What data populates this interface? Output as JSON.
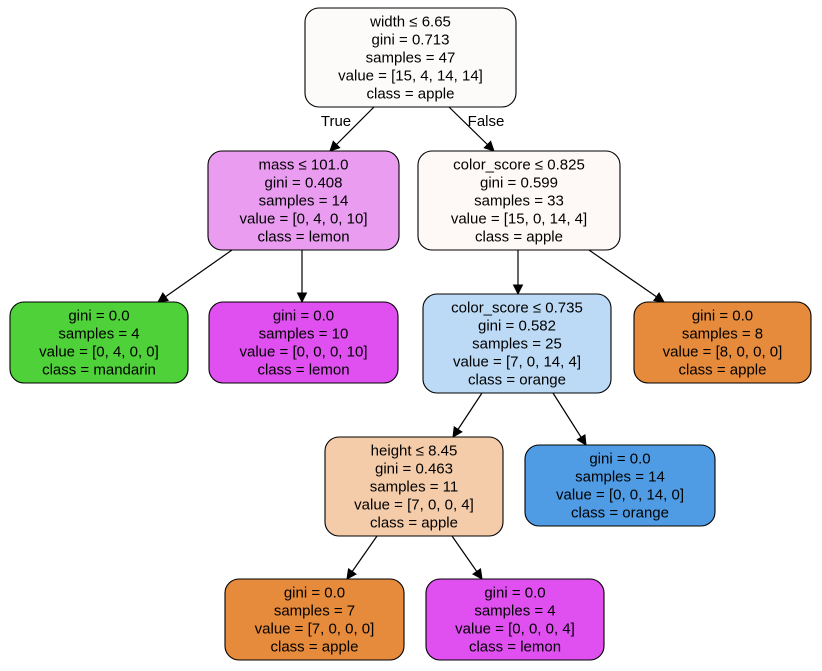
{
  "tree": {
    "nodes": [
      {
        "id": "root",
        "lines": [
          "width ≤ 6.65",
          "gini = 0.713",
          "samples = 47",
          "value = [15, 4, 14, 14]",
          "class = apple"
        ],
        "fill": "#fdfbfa"
      },
      {
        "id": "n_mass",
        "lines": [
          "mass ≤ 101.0",
          "gini = 0.408",
          "samples = 14",
          "value = [0, 4, 0, 10]",
          "class = lemon"
        ],
        "fill": "#ea9cf1"
      },
      {
        "id": "n_color1",
        "lines": [
          "color_score ≤ 0.825",
          "gini = 0.599",
          "samples = 33",
          "value = [15, 0, 14, 4]",
          "class = apple"
        ],
        "fill": "#fef9f6"
      },
      {
        "id": "n_mandarin",
        "lines": [
          "gini = 0.0",
          "samples = 4",
          "value = [0, 4, 0, 0]",
          "class = mandarin"
        ],
        "fill": "#4fd13a"
      },
      {
        "id": "n_lemon1",
        "lines": [
          "gini = 0.0",
          "samples = 10",
          "value = [0, 0, 0, 10]",
          "class = lemon"
        ],
        "fill": "#e04ff0"
      },
      {
        "id": "n_color2",
        "lines": [
          "color_score ≤ 0.735",
          "gini = 0.582",
          "samples = 25",
          "value = [7, 0, 14, 4]",
          "class = orange"
        ],
        "fill": "#bcdaf5"
      },
      {
        "id": "n_apple1",
        "lines": [
          "gini = 0.0",
          "samples = 8",
          "value = [8, 0, 0, 0]",
          "class = apple"
        ],
        "fill": "#e68a3c"
      },
      {
        "id": "n_height",
        "lines": [
          "height ≤ 8.45",
          "gini = 0.463",
          "samples = 11",
          "value = [7, 0, 0, 4]",
          "class = apple"
        ],
        "fill": "#f4ccaa"
      },
      {
        "id": "n_orange",
        "lines": [
          "gini = 0.0",
          "samples = 14",
          "value = [0, 0, 14, 0]",
          "class = orange"
        ],
        "fill": "#4f9ce5"
      },
      {
        "id": "n_apple2",
        "lines": [
          "gini = 0.0",
          "samples = 7",
          "value = [7, 0, 0, 0]",
          "class = apple"
        ],
        "fill": "#e68a3c"
      },
      {
        "id": "n_lemon2",
        "lines": [
          "gini = 0.0",
          "samples = 4",
          "value = [0, 0, 0, 4]",
          "class = lemon"
        ],
        "fill": "#e04ff0"
      }
    ],
    "edges": [
      {
        "from": "root",
        "to": "n_mass",
        "label": "True"
      },
      {
        "from": "root",
        "to": "n_color1",
        "label": "False"
      },
      {
        "from": "n_mass",
        "to": "n_mandarin",
        "label": ""
      },
      {
        "from": "n_mass",
        "to": "n_lemon1",
        "label": ""
      },
      {
        "from": "n_color1",
        "to": "n_color2",
        "label": ""
      },
      {
        "from": "n_color1",
        "to": "n_apple1",
        "label": ""
      },
      {
        "from": "n_color2",
        "to": "n_height",
        "label": ""
      },
      {
        "from": "n_color2",
        "to": "n_orange",
        "label": ""
      },
      {
        "from": "n_height",
        "to": "n_apple2",
        "label": ""
      },
      {
        "from": "n_height",
        "to": "n_lemon2",
        "label": ""
      }
    ]
  }
}
